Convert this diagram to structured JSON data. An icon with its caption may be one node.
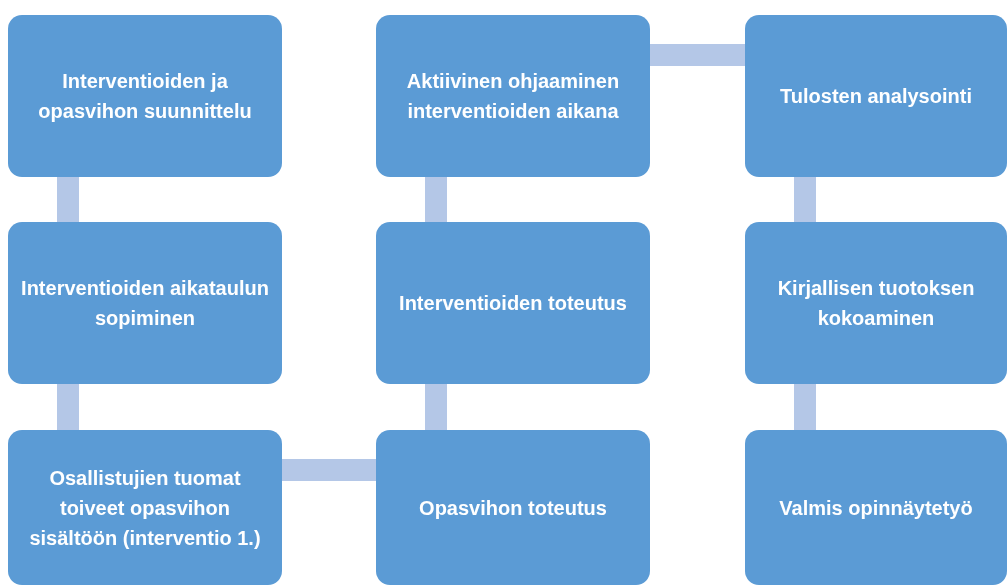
{
  "diagram": {
    "nodes": [
      {
        "text": [
          "Interventioiden ja opasvihon suunnittelu"
        ]
      },
      {
        "text": [
          "Interventioiden aikataulun sopiminen"
        ]
      },
      {
        "text": [
          "Osallistujien tuomat toiveet opasvihon sisältöön (interventio 1.)"
        ]
      },
      {
        "text": [
          "Opasvihon toteutus"
        ]
      },
      {
        "text": [
          "Interventioiden toteutus"
        ]
      },
      {
        "text": [
          "Aktiivinen ohjaaminen interventioiden aikana"
        ]
      },
      {
        "text": [
          "Tulosten analysointi"
        ]
      },
      {
        "text": [
          "Kirjallisen tuotoksen kokoaminen"
        ]
      },
      {
        "text": [
          "Valmis opinnäytetyö"
        ]
      }
    ],
    "edges": [
      {
        "from": 0,
        "to": 1,
        "arrow": "none"
      },
      {
        "from": 1,
        "to": 2,
        "arrow": "none"
      },
      {
        "from": 2,
        "to": 3,
        "arrow": "none"
      },
      {
        "from": 3,
        "to": 4,
        "arrow": "none"
      },
      {
        "from": 4,
        "to": 5,
        "arrow": "none"
      },
      {
        "from": 5,
        "to": 6,
        "arrow": "none"
      },
      {
        "from": 6,
        "to": 7,
        "arrow": "none"
      },
      {
        "from": 7,
        "to": 8,
        "arrow": "none"
      }
    ]
  }
}
